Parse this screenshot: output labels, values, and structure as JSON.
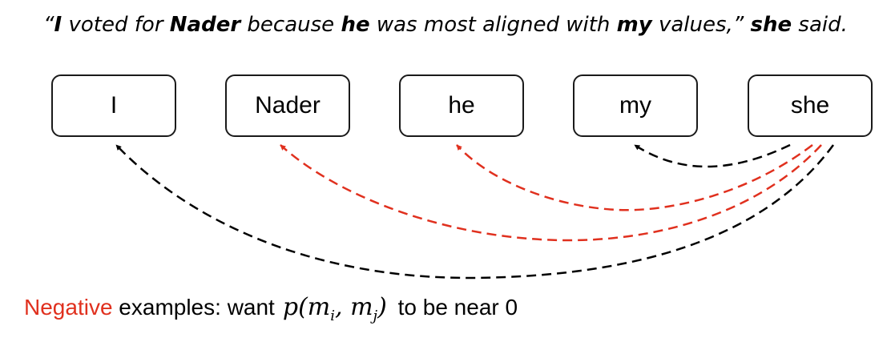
{
  "sentence": {
    "q_open": "“",
    "w_i": "I",
    "t1": " voted for ",
    "w_nader": "Nader",
    "t2": " because ",
    "w_he": "he",
    "t3": " was most aligned with ",
    "w_my": "my",
    "t4": " values,”",
    "t5": " ",
    "w_she": "she",
    "t6": " said."
  },
  "mentions": [
    "I",
    "Nader",
    "he",
    "my",
    "she"
  ],
  "arcs": [
    {
      "from": "she",
      "to": "my",
      "color": "#000000"
    },
    {
      "from": "she",
      "to": "he",
      "color": "#e0301e"
    },
    {
      "from": "she",
      "to": "Nader",
      "color": "#e0301e"
    },
    {
      "from": "she",
      "to": "I",
      "color": "#000000"
    }
  ],
  "caption": {
    "negative": "Negative",
    "text1": " examples: want",
    "math_p": "p",
    "math_open": "(",
    "math_m1": "m",
    "math_i": "i",
    "math_comma": ", ",
    "math_m2": "m",
    "math_j": "j",
    "math_close": ")",
    "text2": " to be near 0"
  }
}
